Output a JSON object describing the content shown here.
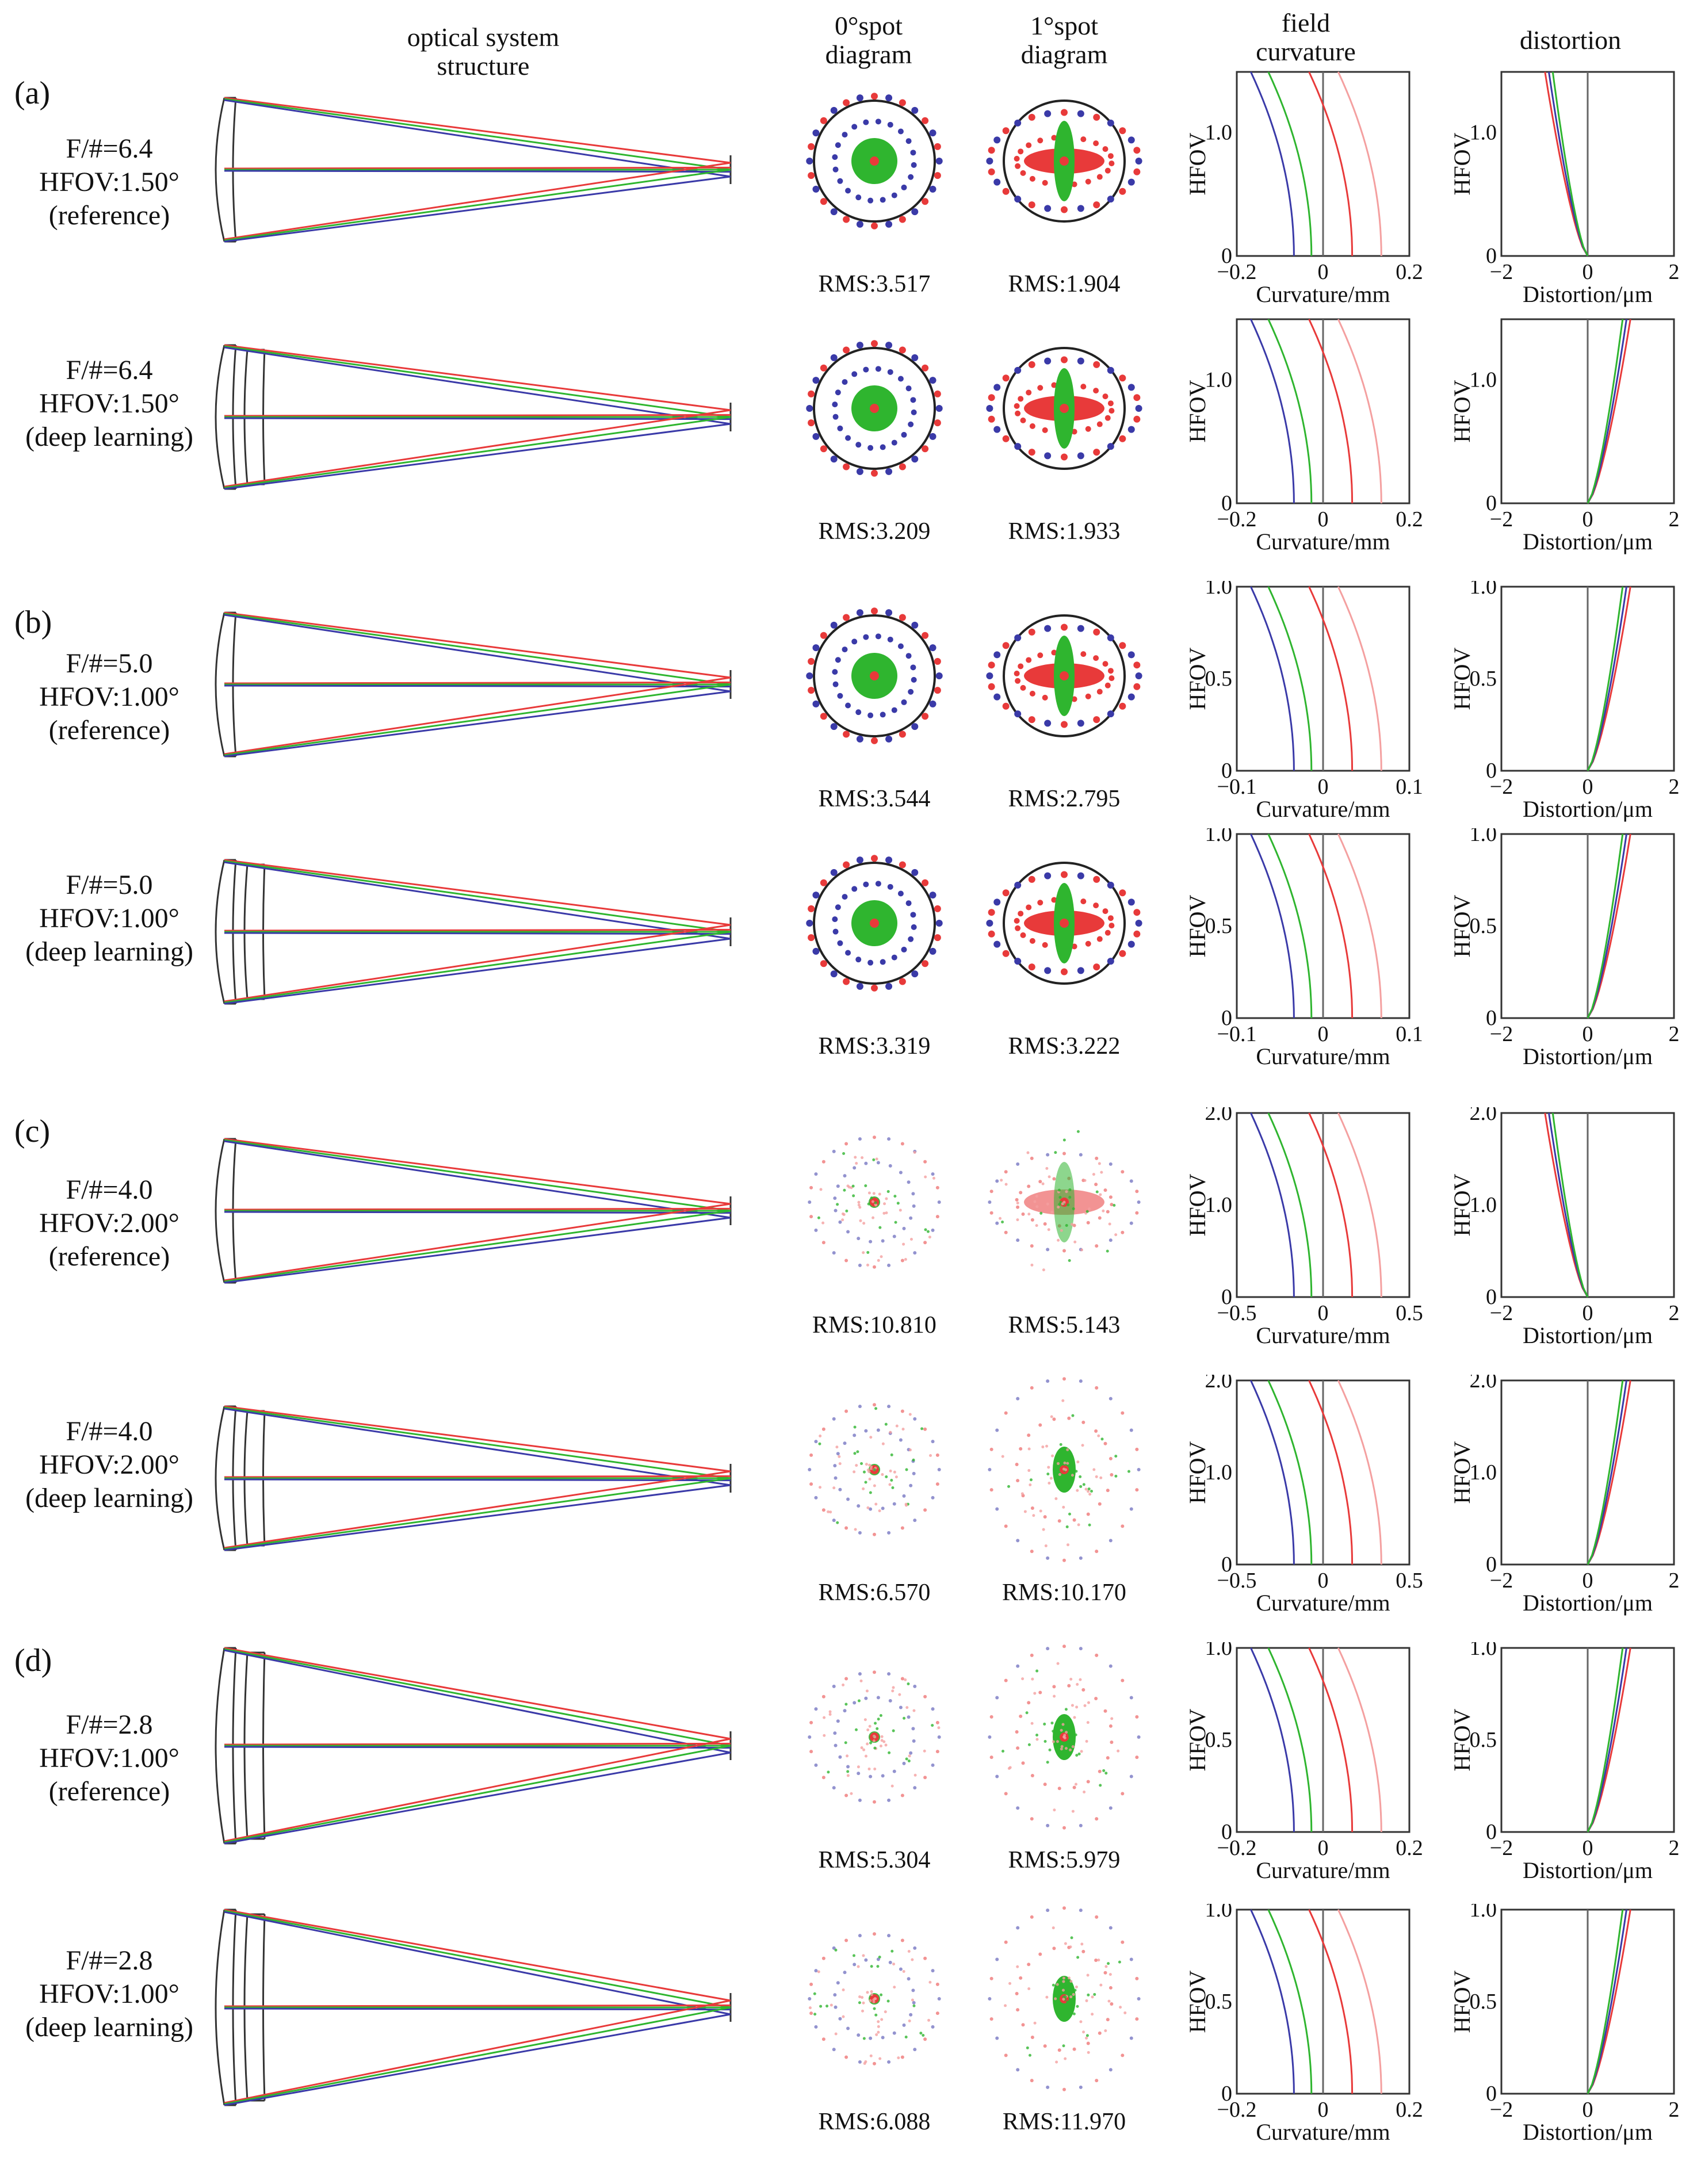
{
  "headers": {
    "structure": [
      "optical system",
      "structure"
    ],
    "spot0": [
      "0°spot",
      "diagram"
    ],
    "spot1": [
      "1°spot",
      "diagram"
    ],
    "field": [
      "field",
      "curvature"
    ],
    "distortion": "distortion"
  },
  "sections": [
    "(a)",
    "(b)",
    "(c)",
    "(d)"
  ],
  "axis_common": {
    "hfov": "HFOV",
    "curv_label": "Curvature/mm",
    "dist_label": "Distortion/μm"
  },
  "rows": [
    {
      "fnum": "F/#=6.4",
      "hfov": "HFOV:1.50°",
      "kind": "(reference)",
      "rms0": "RMS:3.517",
      "rms1": "RMS:1.904",
      "curv_ticks": [
        "−0.2",
        "0",
        "0.2"
      ],
      "hfov_ticks": [
        "0",
        "1.0"
      ],
      "dist_ticks": [
        "−2",
        "0",
        "2"
      ]
    },
    {
      "fnum": "F/#=6.4",
      "hfov": "HFOV:1.50°",
      "kind": "(deep learning)",
      "rms0": "RMS:3.209",
      "rms1": "RMS:1.933",
      "curv_ticks": [
        "−0.2",
        "0",
        "0.2"
      ],
      "hfov_ticks": [
        "0",
        "1.0"
      ],
      "dist_ticks": [
        "−2",
        "0",
        "2"
      ]
    },
    {
      "fnum": "F/#=5.0",
      "hfov": "HFOV:1.00°",
      "kind": "(reference)",
      "rms0": "RMS:3.544",
      "rms1": "RMS:2.795",
      "curv_ticks": [
        "−0.1",
        "0",
        "0.1"
      ],
      "hfov_ticks": [
        "0",
        "0.5",
        "1.0"
      ],
      "dist_ticks": [
        "−2",
        "0",
        "2"
      ]
    },
    {
      "fnum": "F/#=5.0",
      "hfov": "HFOV:1.00°",
      "kind": "(deep learning)",
      "rms0": "RMS:3.319",
      "rms1": "RMS:3.222",
      "curv_ticks": [
        "−0.1",
        "0",
        "0.1"
      ],
      "hfov_ticks": [
        "0",
        "0.5",
        "1.0"
      ],
      "dist_ticks": [
        "−2",
        "0",
        "2"
      ]
    },
    {
      "fnum": "F/#=4.0",
      "hfov": "HFOV:2.00°",
      "kind": "(reference)",
      "rms0": "RMS:10.810",
      "rms1": "RMS:5.143",
      "curv_ticks": [
        "−0.5",
        "0",
        "0.5"
      ],
      "hfov_ticks": [
        "0",
        "1.0",
        "2.0"
      ],
      "dist_ticks": [
        "−2",
        "0",
        "2"
      ]
    },
    {
      "fnum": "F/#=4.0",
      "hfov": "HFOV:2.00°",
      "kind": "(deep learning)",
      "rms0": "RMS:6.570",
      "rms1": "RMS:10.170",
      "curv_ticks": [
        "−0.5",
        "0",
        "0.5"
      ],
      "hfov_ticks": [
        "0",
        "1.0",
        "2.0"
      ],
      "dist_ticks": [
        "−2",
        "0",
        "2"
      ]
    },
    {
      "fnum": "F/#=2.8",
      "hfov": "HFOV:1.00°",
      "kind": "(reference)",
      "rms0": "RMS:5.304",
      "rms1": "RMS:5.979",
      "curv_ticks": [
        "−0.2",
        "0",
        "0.2"
      ],
      "hfov_ticks": [
        "0",
        "0.5",
        "1.0"
      ],
      "dist_ticks": [
        "−2",
        "0",
        "2"
      ]
    },
    {
      "fnum": "F/#=2.8",
      "hfov": "HFOV:1.00°",
      "kind": "(deep learning)",
      "rms0": "RMS:6.088",
      "rms1": "RMS:11.970",
      "curv_ticks": [
        "−0.2",
        "0",
        "0.2"
      ],
      "hfov_ticks": [
        "0",
        "0.5",
        "1.0"
      ],
      "dist_ticks": [
        "−2",
        "0",
        "2"
      ]
    }
  ],
  "colors": {
    "red": "#e83a3a",
    "green": "#2fb52f",
    "blue": "#3a3aa8",
    "pink": "#f4a0a0",
    "black": "#222222"
  }
}
